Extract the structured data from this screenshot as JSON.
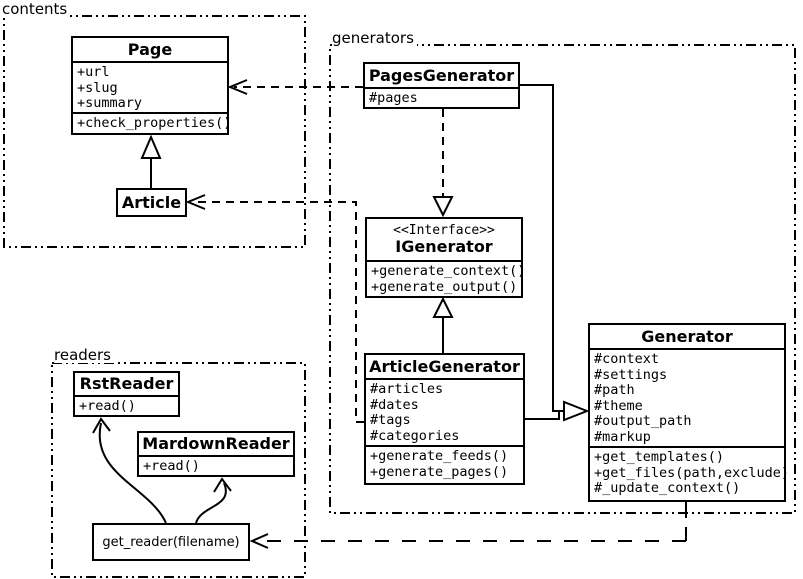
{
  "diagram_type": "uml-class-diagram",
  "colors": {
    "line": "#000000",
    "background": "#ffffff",
    "box_fill": "#ffffff"
  },
  "packages": {
    "contents": {
      "label": "contents"
    },
    "generators": {
      "label": "generators"
    },
    "readers": {
      "label": "readers"
    }
  },
  "classes": {
    "page": {
      "title": "Page",
      "attributes": [
        "+url",
        "+slug",
        "+summary"
      ],
      "methods": [
        "+check_properties()"
      ]
    },
    "article": {
      "title": "Article"
    },
    "pages_generator": {
      "title": "PagesGenerator",
      "attributes": [
        "#pages"
      ]
    },
    "igenerator": {
      "stereotype": "<<Interface>>",
      "title": "IGenerator",
      "methods": [
        "+generate_context()",
        "+generate_output()"
      ]
    },
    "article_generator": {
      "title": "ArticleGenerator",
      "attributes": [
        "#articles",
        "#dates",
        "#tags",
        "#categories"
      ],
      "methods": [
        "+generate_feeds()",
        "+generate_pages()"
      ]
    },
    "generator": {
      "title": "Generator",
      "attributes": [
        "#context",
        "#settings",
        "#path",
        "#theme",
        "#output_path",
        "#markup"
      ],
      "methods": [
        "+get_templates()",
        "+get_files(path,exclude)",
        "#_update_context()"
      ]
    },
    "rst_reader": {
      "title": "RstReader",
      "methods": [
        "+read()"
      ]
    },
    "mardown_reader": {
      "title": "MardownReader",
      "methods": [
        "+read()"
      ]
    },
    "get_reader": {
      "title": "get_reader(filename)"
    }
  },
  "relationships": [
    {
      "from": "Article",
      "to": "Page",
      "type": "inheritance",
      "line": "solid"
    },
    {
      "from": "PagesGenerator",
      "to": "Page",
      "type": "dependency",
      "line": "dashed"
    },
    {
      "from": "ArticleGenerator",
      "to": "Article",
      "type": "dependency",
      "line": "dashed"
    },
    {
      "from": "PagesGenerator",
      "to": "IGenerator",
      "type": "realization",
      "line": "dashed"
    },
    {
      "from": "ArticleGenerator",
      "to": "IGenerator",
      "type": "realization",
      "line": "solid"
    },
    {
      "from": "PagesGenerator",
      "to": "Generator",
      "type": "inheritance",
      "line": "solid"
    },
    {
      "from": "ArticleGenerator",
      "to": "Generator",
      "type": "inheritance",
      "line": "solid"
    },
    {
      "from": "Generator",
      "to": "get_reader(filename)",
      "type": "dependency",
      "line": "dashed"
    },
    {
      "from": "get_reader(filename)",
      "to": "RstReader",
      "type": "arrow",
      "line": "curved"
    },
    {
      "from": "get_reader(filename)",
      "to": "MardownReader",
      "type": "arrow",
      "line": "curved"
    }
  ]
}
